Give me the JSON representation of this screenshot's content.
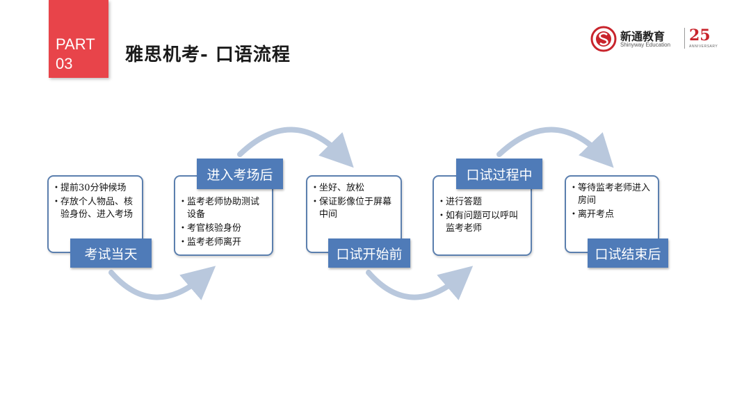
{
  "header": {
    "part_line1": "PART",
    "part_line2": "03",
    "title": "雅思机考- 口语流程"
  },
  "logo": {
    "brand_cn": "新通教育",
    "brand_en": "Shinyway Education",
    "anniversary": "25",
    "anniversary_sub": "ANNIVERSARY",
    "color": "#c8242c"
  },
  "colors": {
    "accent_red": "#e8444a",
    "label_blue": "#4f7bb8",
    "border_blue": "#5b7fae",
    "arrow_blue": "#b9c8dd"
  },
  "steps": [
    {
      "label": "考试当天",
      "items": [
        "提前30分钟候场",
        "存放个人物品、核验身份、进入考场"
      ]
    },
    {
      "label": "进入考场后",
      "items": [
        "监考老师协助测试设备",
        "考官核验身份",
        "监考老师离开"
      ]
    },
    {
      "label": "口试开始前",
      "items": [
        "坐好、放松",
        "保证影像位于屏幕中间"
      ]
    },
    {
      "label": "口试过程中",
      "items": [
        "进行答题",
        "如有问题可以呼叫监考老师"
      ]
    },
    {
      "label": "口试结束后",
      "items": [
        "等待监考老师进入房间",
        "离开考点"
      ]
    }
  ]
}
